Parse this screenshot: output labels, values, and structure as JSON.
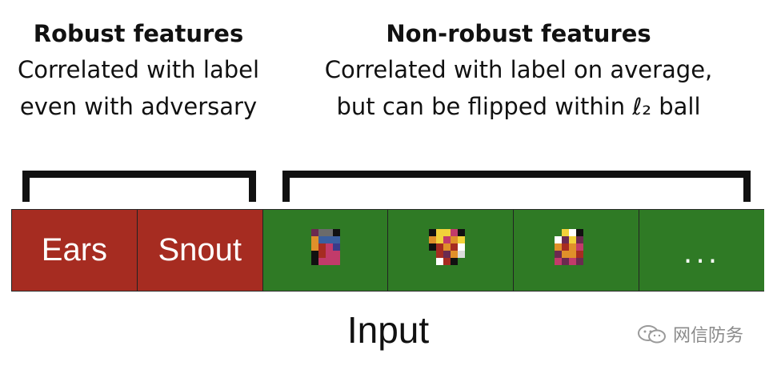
{
  "robust": {
    "title": "Robust features",
    "desc_line1": "Correlated with label",
    "desc_line2": "even with adversary"
  },
  "nonrobust": {
    "title": "Non-robust features",
    "desc_line1": "Correlated with label on average,",
    "desc_line2": "but can be flipped within ℓ₂ ball"
  },
  "cells": [
    {
      "label": "Ears",
      "kind": "robust"
    },
    {
      "label": "Snout",
      "kind": "robust"
    },
    {
      "label": "",
      "kind": "nonrobust"
    },
    {
      "label": "",
      "kind": "nonrobust"
    },
    {
      "label": "",
      "kind": "nonrobust"
    },
    {
      "label": "...",
      "kind": "nonrobust"
    }
  ],
  "input_label": "Input",
  "watermark": "网信防务",
  "colors": {
    "robust": "#a62c21",
    "nonrobust": "#2f7a25"
  }
}
